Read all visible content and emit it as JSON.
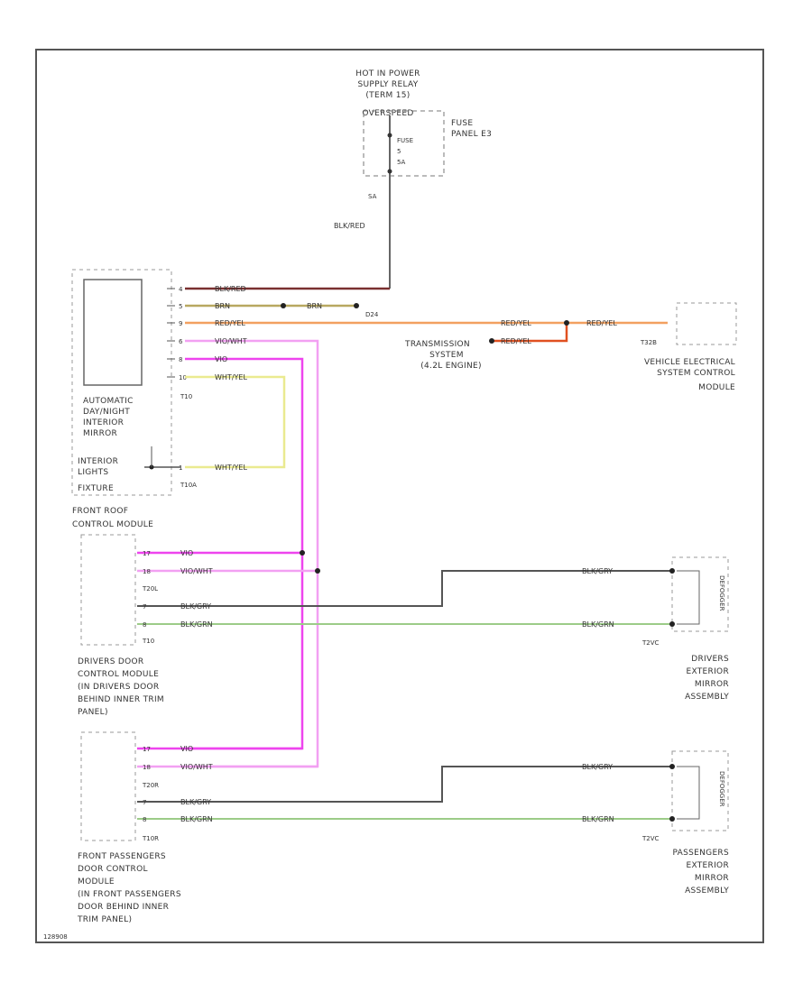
{
  "components": {
    "relay": [
      "HOT IN POWER",
      "SUPPLY RELAY",
      "(TERM 15)",
      "OVERSPEED"
    ],
    "fuse_label": "FUSE",
    "fuse_num": "5",
    "fuse_amp": "5A",
    "fuse_panel": [
      "FUSE",
      "PANEL E3"
    ],
    "mirror": [
      "AUTOMATIC",
      "DAY/NIGHT",
      "INTERIOR",
      "MIRROR"
    ],
    "interior_lights": [
      "INTERIOR",
      "LIGHTS",
      "FIXTURE"
    ],
    "t10": "T10",
    "t10a": "T10A",
    "transmission": [
      "TRANSMISSION",
      "SYSTEM",
      "(4.2L ENGINE)"
    ],
    "vecm": [
      "VEHICLE ELECTRICAL",
      "SYSTEM CONTROL",
      "MODULE"
    ],
    "t32b": "T32B",
    "front_roof": [
      "FRONT ROOF",
      "CONTROL MODULE"
    ],
    "drivers_dcm": [
      "DRIVERS DOOR",
      "CONTROL MODULE",
      "(IN DRIVERS DOOR",
      "BEHIND INNER TRIM",
      "PANEL)"
    ],
    "t20l": "T20L",
    "t10l": "T10",
    "drivers_mirror": [
      "DRIVERS",
      "EXTERIOR",
      "MIRROR",
      "ASSEMBLY"
    ],
    "t2vc1": "T2VC",
    "defogger": "DEFOGGER",
    "pass_dcm": [
      "FRONT PASSENGERS",
      "DOOR CONTROL",
      "MODULE",
      "(IN FRONT PASSENGERS",
      "DOOR BEHIND INNER",
      "TRIM PANEL)"
    ],
    "t20r": "T20R",
    "t10r": "T10R",
    "pass_mirror": [
      "PASSENGERS",
      "EXTERIOR",
      "MIRROR",
      "ASSEMBLY"
    ],
    "t2vc2": "T2VC",
    "splice_d4": "D24",
    "sa": "SA",
    "footer_code": "128908"
  },
  "wires": {
    "blk_red": "BLK/RED",
    "brn": "BRN",
    "red_yel": "RED/YEL",
    "vio_wht": "VIO/WHT",
    "vio": "VIO",
    "wht_yel": "WHT/YEL",
    "blk_gry": "BLK/GRY",
    "blk_grn": "BLK/GRN"
  },
  "pins": {
    "m1": "4",
    "m2": "5",
    "m3": "9",
    "m4": "6",
    "m5": "8",
    "m6": "10",
    "m7": "1",
    "d1": "17",
    "d2": "18",
    "d3": "7",
    "d4": "8",
    "p1": "17",
    "p2": "18",
    "p3": "7",
    "p4": "8",
    "i1": "1"
  },
  "colors": {
    "blk_red": "#7a3030",
    "brn": "#b8a860",
    "red_yel": "#f2a060",
    "vio": "#ee66ee",
    "wht_yel": "#eaea90",
    "blk_gry": "#555555",
    "blk_grn": "#9ccc88"
  }
}
